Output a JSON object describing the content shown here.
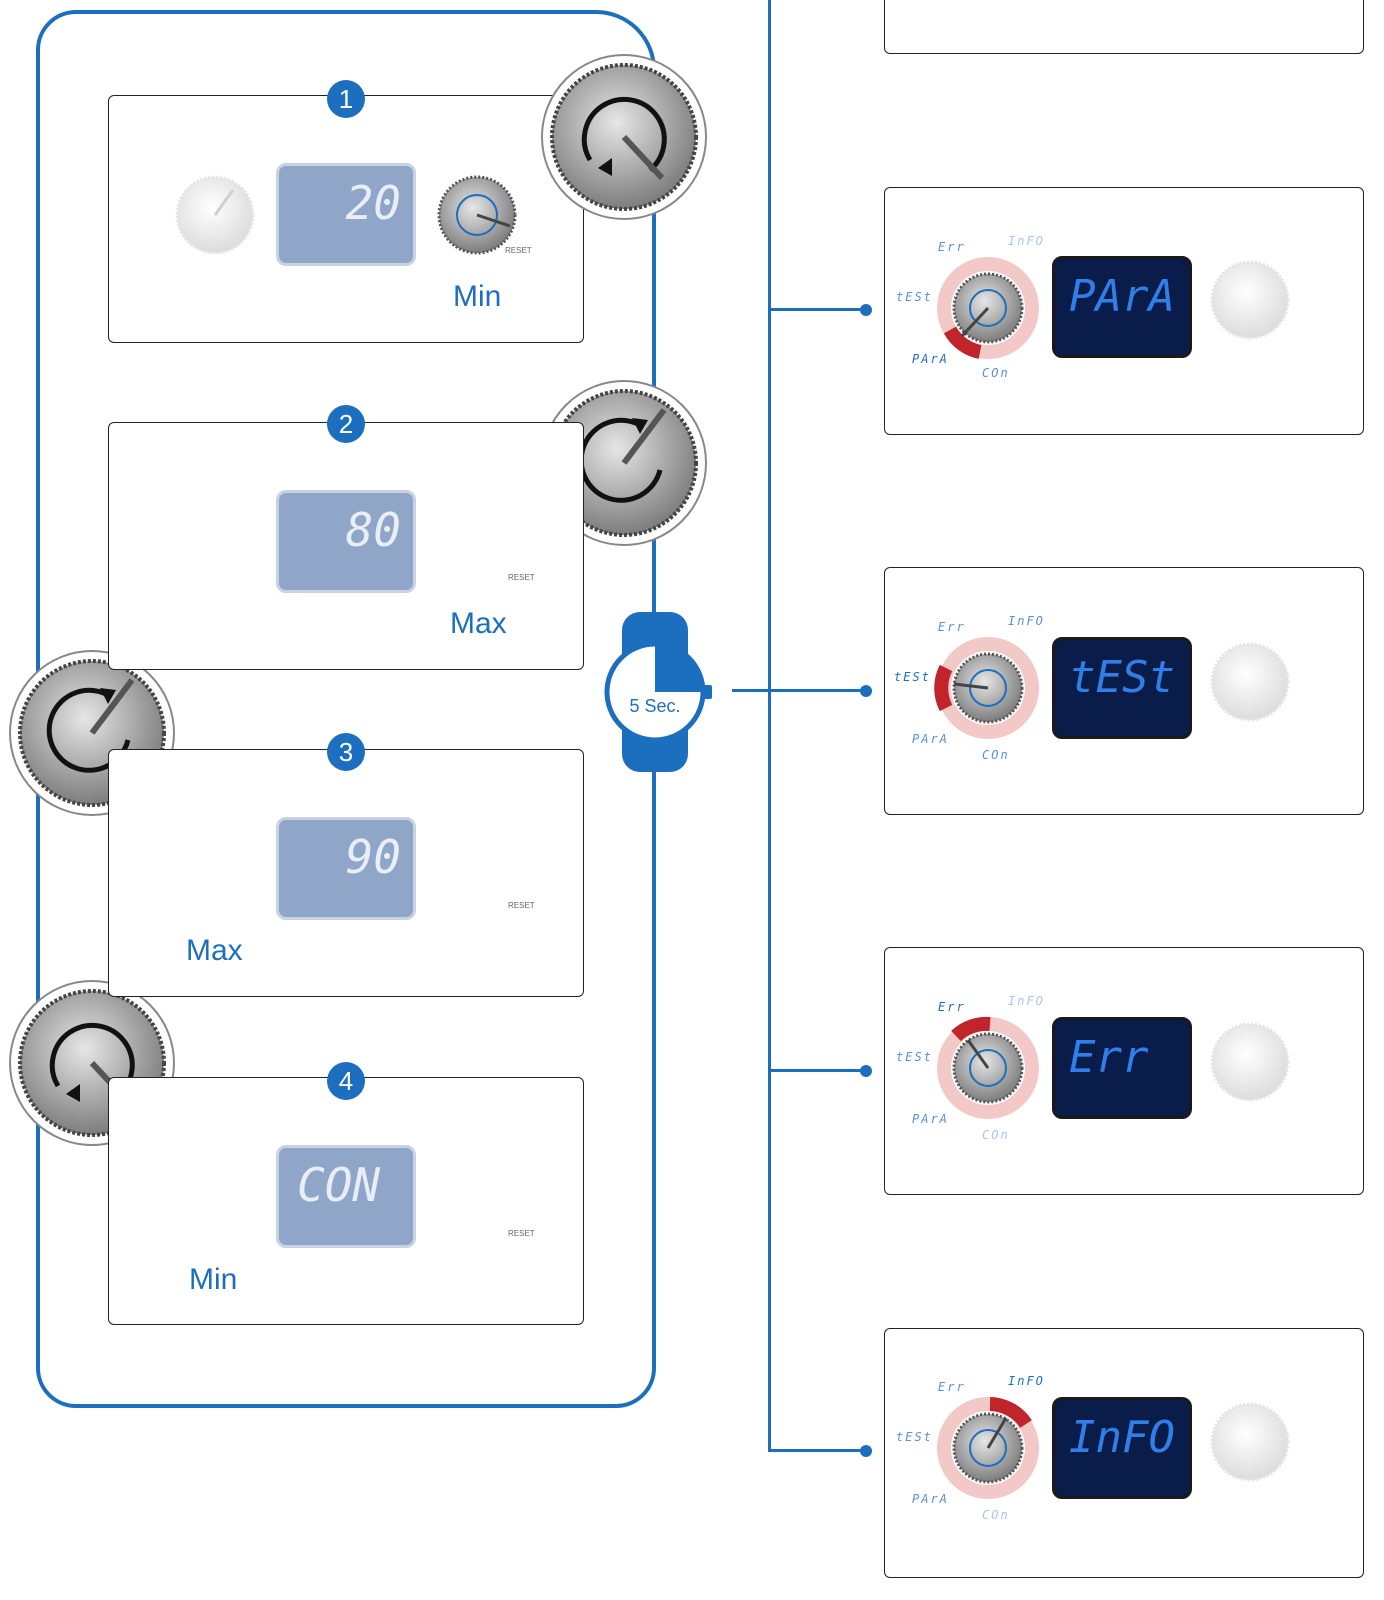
{
  "steps": [
    {
      "number": "1",
      "display": "20",
      "caption": "Min"
    },
    {
      "number": "2",
      "display": "80",
      "caption": "Max"
    },
    {
      "number": "3",
      "display": "90",
      "caption": "Max"
    },
    {
      "number": "4",
      "display": "CON",
      "caption": "Min"
    }
  ],
  "timer": {
    "label": "5 Sec."
  },
  "knob": {
    "reset_label": "RESET"
  },
  "menu_labels": {
    "info": "InFO",
    "err": "Err",
    "test": "tESt",
    "para": "PArA",
    "con": "COn"
  },
  "menu_screens": [
    {
      "display": "PArA"
    },
    {
      "display": "tESt"
    },
    {
      "display": "Err"
    },
    {
      "display": "InFO"
    }
  ],
  "colors": {
    "accent": "#1c6fbf",
    "highlight": "#c0252b",
    "ring": "#f2c9c6",
    "lcd_dark": "#0a1d4a",
    "lcd_pale": "#8fa6c8"
  }
}
